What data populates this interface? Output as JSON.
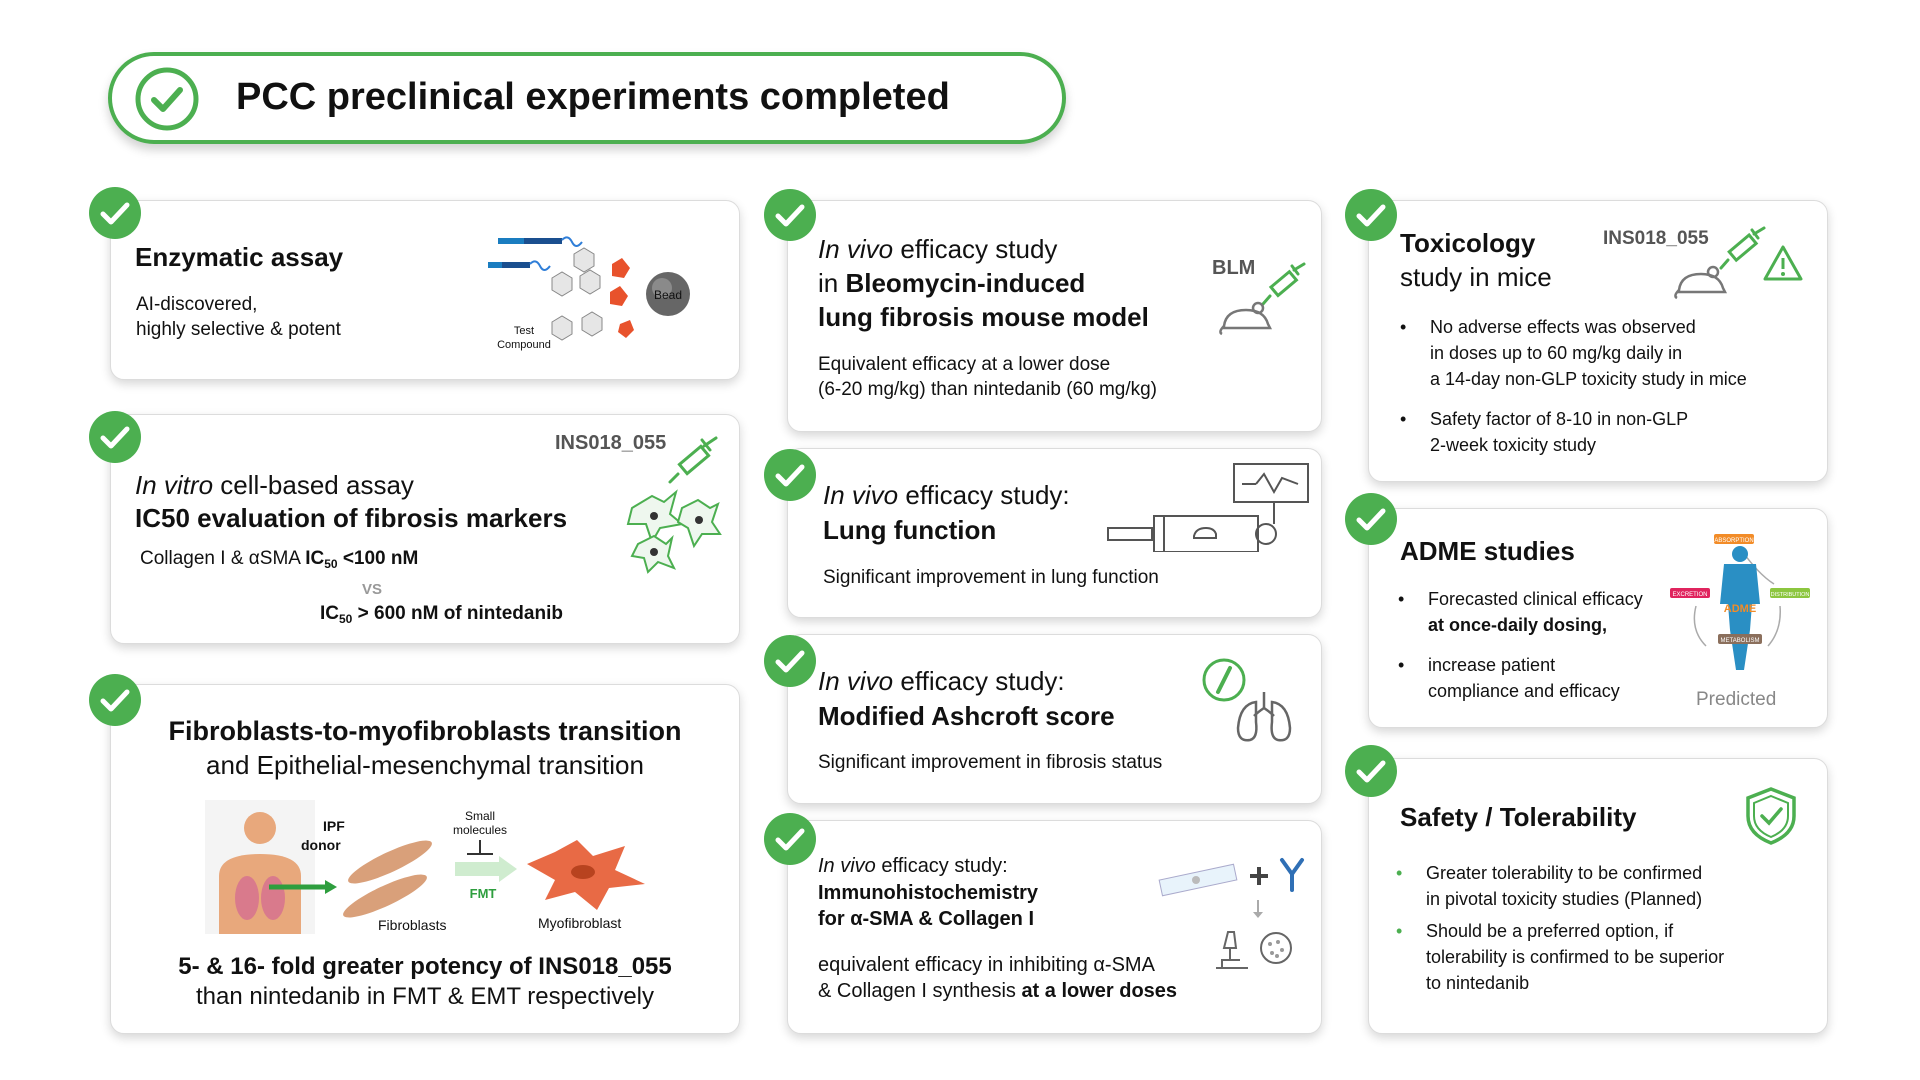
{
  "title": "PCC preclinical experiments completed",
  "colors": {
    "accent_green": "#4caf50",
    "card_border": "#dcdcdc",
    "grey_text": "#555555"
  },
  "icons": [
    "check-circle-icon",
    "syringe-icon",
    "mouse-icon",
    "warning-icon",
    "shield-check-icon",
    "lung-icon",
    "microscope-icon",
    "antibody-icon",
    "human-body-icon"
  ],
  "enzymatic": {
    "title": "Enzymatic assay",
    "line1": "AI-discovered,",
    "line2": "highly selective & potent",
    "bead_label": "Bead",
    "test_label": "Test",
    "compound_label": "Compound"
  },
  "invitro": {
    "code": "INS018_055",
    "line1_italic": "In vitro",
    "line1_rest": " cell-based assay",
    "line2": "IC50 evaluation of fibrosis markers",
    "l3_pre": "Collagen I & αSMA ",
    "l3_ic": "IC",
    "l3_sub": "50",
    "l3_post": " <100 nM",
    "vs": "VS",
    "l4_ic": "IC",
    "l4_sub": "50",
    "l4_post": " > 600 nM of nintedanib"
  },
  "fmt": {
    "title1": "Fibroblasts-to-myofibroblasts transition",
    "title2": "and Epithelial-mesenchymal transition",
    "ipf_label1": "IPF",
    "ipf_label2": "donor",
    "small_label1": "Small",
    "small_label2": "molecules",
    "fmt_label": "FMT",
    "fibroblasts_label": "Fibroblasts",
    "myofibroblast_label": "Myofibroblast",
    "result1": "5- & 16- fold greater potency of INS018_055",
    "result2": "than nintedanib in FMT & EMT respectively"
  },
  "blm": {
    "line1_italic": "In vivo",
    "line1_rest": " efficacy study",
    "line2_pre": "in ",
    "line2_bold": "Bleomycin-induced",
    "line3": "lung fibrosis mouse model",
    "blm_label": "BLM",
    "desc1": "Equivalent efficacy at a lower dose",
    "desc2": "(6-20 mg/kg) than nintedanib (60 mg/kg)"
  },
  "lungfn": {
    "line1_italic": "In vivo",
    "line1_rest": " efficacy study:",
    "line2": "Lung function",
    "desc": "Significant improvement in lung function"
  },
  "ashcroft": {
    "line1_italic": "In vivo",
    "line1_rest": " efficacy study:",
    "line2": "Modified Ashcroft score",
    "desc": "Significant improvement in fibrosis status"
  },
  "ihc": {
    "line1_italic": "In vivo",
    "line1_rest": " efficacy study:",
    "line2": "Immunohistochemistry",
    "line3": "for α-SMA & Collagen I",
    "desc1": "equivalent efficacy in inhibiting α-SMA",
    "desc2_pre": "& Collagen I synthesis ",
    "desc2_bold": "at a lower doses"
  },
  "tox": {
    "title1": "Toxicology",
    "title2": "study in mice",
    "code": "INS018_055",
    "b1_l1": "No adverse effects was observed",
    "b1_l2": "in doses up to 60 mg/kg daily in",
    "b1_l3": "a 14-day non-GLP toxicity study in mice",
    "b2_l1": "Safety factor of 8-10 in non-GLP",
    "b2_l2": "2-week toxicity study"
  },
  "adme": {
    "title": "ADME studies",
    "b1_l1": "Forecasted clinical efficacy",
    "b1_l2": "at once-daily dosing,",
    "b2_l1": "increase patient",
    "b2_l2": "compliance and efficacy",
    "predicted": "Predicted",
    "absorption": "ABSORPTION",
    "distribution": "DISTRIBUTION",
    "metabolism": "METABOLISM",
    "excretion": "EXCRETION",
    "adme_word": "ADME"
  },
  "safety": {
    "title": "Safety / Tolerability",
    "b1_l1": "Greater tolerability to be confirmed",
    "b1_l2": "in pivotal toxicity studies (Planned)",
    "b2_l1": "Should be a preferred option, if",
    "b2_l2": "tolerability is confirmed to be superior",
    "b2_l3": "to  nintedanib"
  }
}
